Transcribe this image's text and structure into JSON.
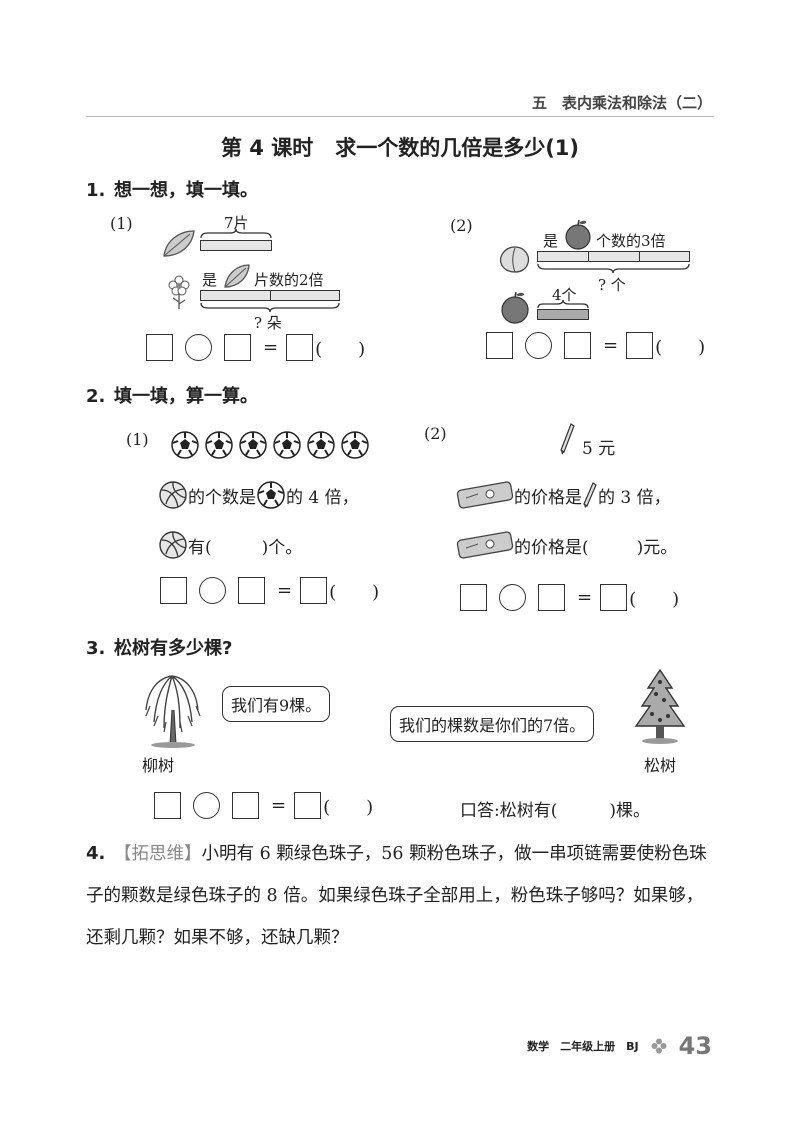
{
  "header": {
    "section": "五　表内乘法和除法（二）"
  },
  "title": {
    "lesson": "第 4 课时",
    "topic": "求一个数的几倍是多少(1)"
  },
  "q1": {
    "num": "1.",
    "text": "想一想，填一填。",
    "p1": {
      "label": "(1)",
      "top_count": "7片",
      "compare": "是",
      "compare_tail": "片数的2倍",
      "question": "? 朵"
    },
    "p2": {
      "label": "(2)",
      "compare": "是",
      "compare_tail": "个数的3倍",
      "question": "? 个",
      "bottom_count": "4个"
    },
    "eq": {
      "equals": "=",
      "paren": "(　　)"
    }
  },
  "q2": {
    "num": "2.",
    "text": "填一填，算一算。",
    "p1": {
      "label": "(1)",
      "line1_a": "的个数是",
      "line1_b": "的 4 倍，",
      "line2_a": "有(",
      "line2_b": ")个。"
    },
    "p2": {
      "label": "(2)",
      "price": "5 元",
      "line1_a": "的价格是",
      "line1_b": "的 3 倍，",
      "line2_a": "的价格是(",
      "line2_b": ")元。"
    },
    "eq": {
      "equals": "=",
      "paren": "(　　)"
    }
  },
  "q3": {
    "num": "3.",
    "text": "松树有多少棵?",
    "willow_speech": "我们有9棵。",
    "pine_speech": "我们的棵数是你们的7倍。",
    "willow_label": "柳树",
    "pine_label": "松树",
    "answer_a": "口答:松树有(",
    "answer_b": ")棵。",
    "eq": {
      "equals": "=",
      "paren": "(　　)"
    }
  },
  "q4": {
    "num": "4.",
    "tag": "【拓思维】",
    "text": "小明有 6 颗绿色珠子，56 颗粉色珠子，做一串项链需要使粉色珠子的颗数是绿色珠子的 8 倍。如果绿色珠子全部用上，粉色珠子够吗？如果够，还剩几颗？如果不够，还缺几颗？"
  },
  "footer": {
    "subject": "数学　二年级上册　BJ",
    "page": "43"
  }
}
